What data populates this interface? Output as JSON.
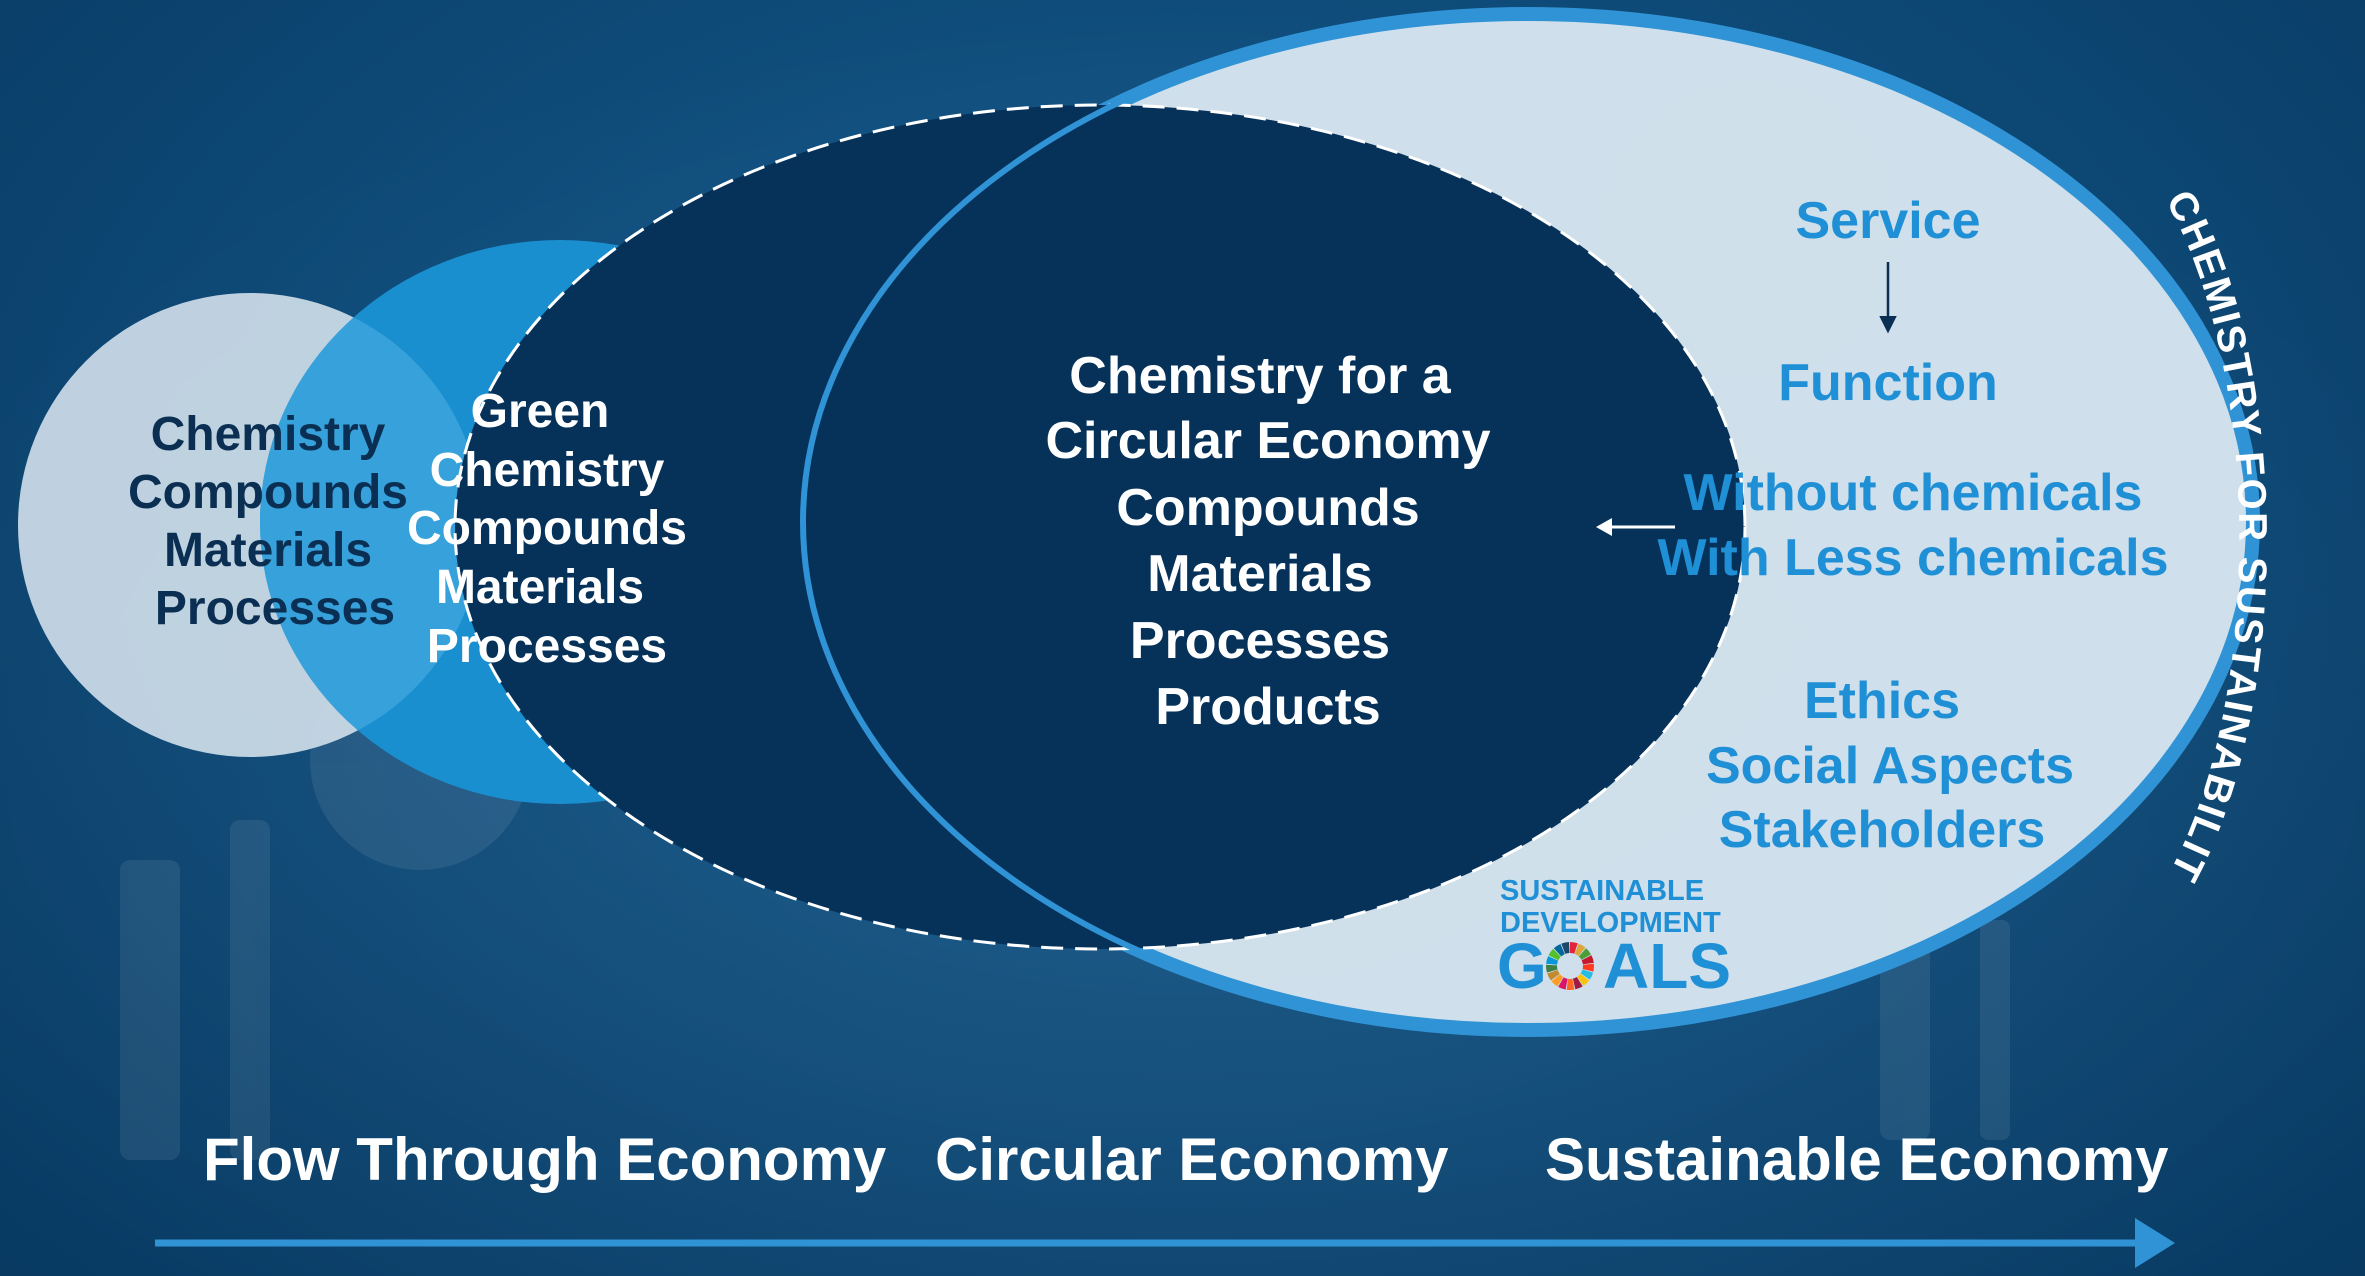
{
  "colors": {
    "background": "#0f4d7c",
    "ellipse_chemistry": "#c9d9e6",
    "ellipse_green": "#1a8fd0",
    "ellipse_circular": "#06325a",
    "ellipse_sustainability": "#d6e4ee",
    "sustainability_border": "#2f93d5",
    "accent_text": "#1f8fd6",
    "dark_text": "#0a2f52",
    "white_text": "#ffffff"
  },
  "ellipses": {
    "chemistry": {
      "lines": [
        "Chemistry",
        "Compounds",
        "Materials",
        "Processes"
      ]
    },
    "green_chemistry": {
      "lines": [
        "Green",
        "Chemistry",
        "Compounds",
        "Materials",
        "Processes"
      ]
    },
    "circular": {
      "lines": [
        "Chemistry for a",
        "Circular Economy",
        "Compounds",
        "Materials",
        "Processes",
        "Products"
      ]
    },
    "sustainability": {
      "curved_title": "CHEMISTRY FOR SUSTAINABILITY",
      "service": "Service",
      "function": "Function",
      "without": "Without chemicals",
      "with_less": "With Less chemicals",
      "ethics": "Ethics",
      "social": "Social Aspects",
      "stakeholders": "Stakeholders"
    }
  },
  "sdg_logo": {
    "line1": "SUSTAINABLE",
    "line2": "DEVELOPMENT",
    "goals_g": "G",
    "goals_rest": "ALS",
    "wheel_colors": [
      "#e5243b",
      "#dda63a",
      "#4c9f38",
      "#c5192d",
      "#ff3a21",
      "#26bde2",
      "#fcc30b",
      "#a21942",
      "#fd6925",
      "#dd1367",
      "#fd9d24",
      "#bf8b2e",
      "#3f7e44",
      "#0a97d9",
      "#56c02b",
      "#00689d",
      "#19486a"
    ]
  },
  "economy_labels": {
    "flow": "Flow Through Economy",
    "circular": "Circular Economy",
    "sustainable": "Sustainable Economy"
  }
}
